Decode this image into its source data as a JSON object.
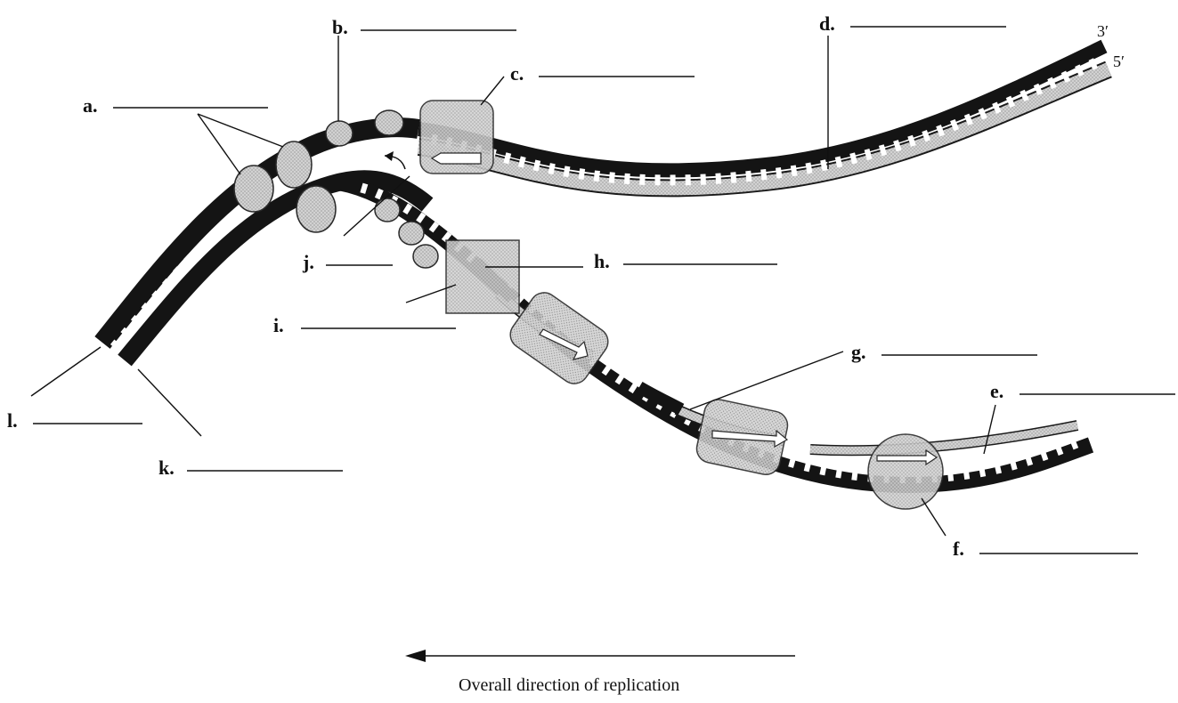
{
  "diagram": {
    "labels": [
      {
        "id": "a",
        "text": "a."
      },
      {
        "id": "b",
        "text": "b."
      },
      {
        "id": "c",
        "text": "c."
      },
      {
        "id": "d",
        "text": "d."
      },
      {
        "id": "e",
        "text": "e."
      },
      {
        "id": "f",
        "text": "f."
      },
      {
        "id": "g",
        "text": "g."
      },
      {
        "id": "h",
        "text": "h."
      },
      {
        "id": "i",
        "text": "i."
      },
      {
        "id": "j",
        "text": "j."
      },
      {
        "id": "k",
        "text": "k."
      },
      {
        "id": "l",
        "text": "l."
      }
    ],
    "strand_ends": {
      "top": "3′",
      "bottom": "5′"
    },
    "caption": "Overall direction of replication",
    "colors": {
      "ink": "#111111",
      "strand_dark": "#141414",
      "strand_light": "#c9c9c9",
      "protein_fill": "#bdbdbd",
      "protein_stroke": "#2a2a2a"
    }
  }
}
